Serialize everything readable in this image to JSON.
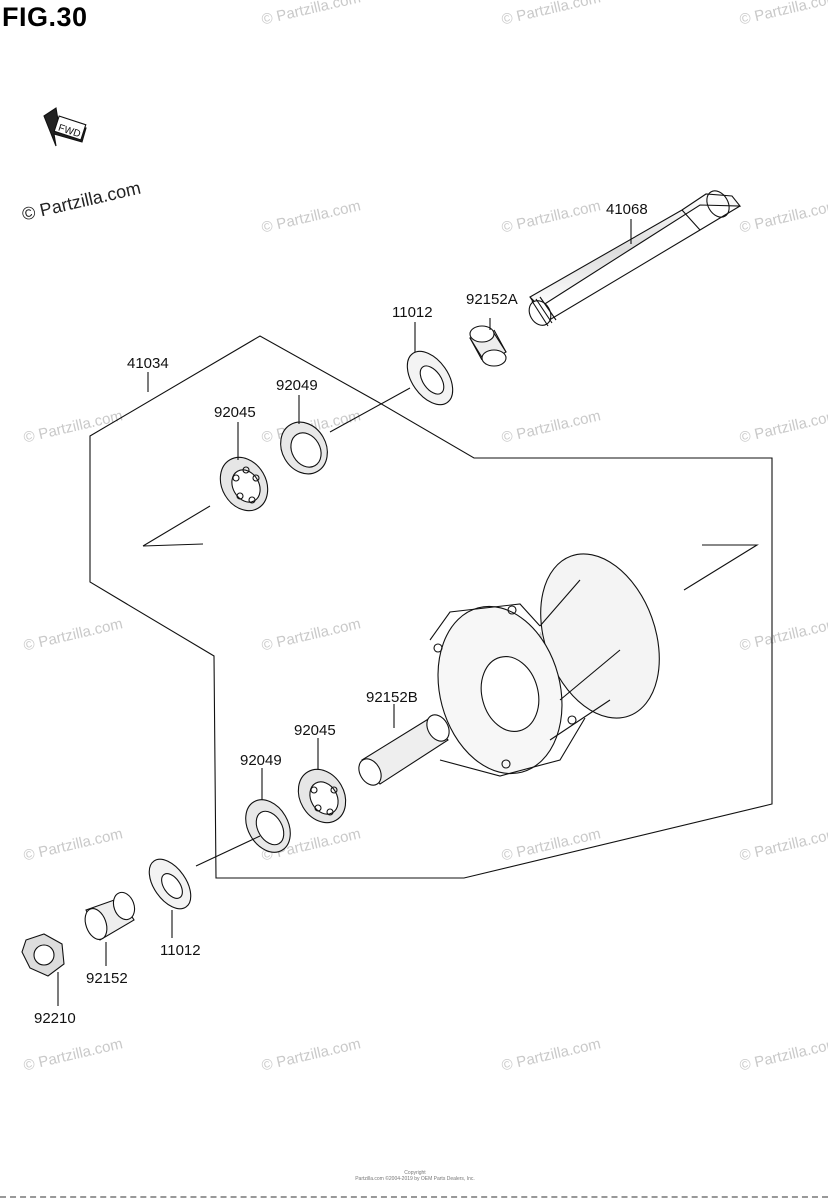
{
  "figure": {
    "title": "FIG.30"
  },
  "fwd_label": "FWD",
  "watermark": {
    "main": "© Partzilla.com",
    "repeat": "© Partzilla.com"
  },
  "parts": {
    "p41068": "41068",
    "p92152A": "92152A",
    "p11012_top": "11012",
    "p41034": "41034",
    "p92049_top": "92049",
    "p92045_top": "92045",
    "p92152B": "92152B",
    "p92045_bot": "92045",
    "p92049_bot": "92049",
    "p11012_bot": "11012",
    "p92152": "92152",
    "p92210": "92210"
  },
  "footer": {
    "line1": "Copyright",
    "line2": "Partzilla.com ©2004-2019 by OEM Parts Dealers, Inc."
  }
}
